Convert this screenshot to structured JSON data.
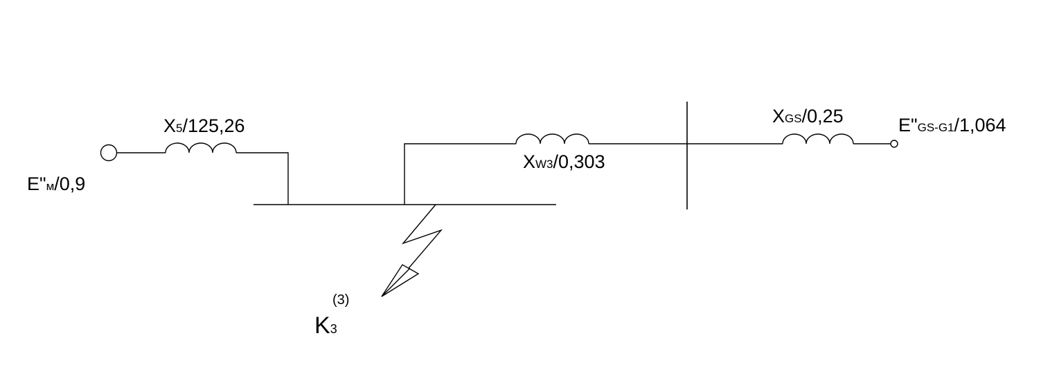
{
  "colors": {
    "background": "#ffffff",
    "ink": "#000000"
  },
  "labels": {
    "motor_emf": {
      "main": "E\"",
      "sub": "м",
      "value": "/0,9"
    },
    "x5": {
      "main": "X",
      "sub": "5",
      "value": "/125,26"
    },
    "xw3": {
      "main": "X",
      "sub": "W3",
      "value": "/0,303"
    },
    "xgs": {
      "main": "X",
      "sub": "GS",
      "value": "/0,25"
    },
    "gen_emf": {
      "main": "E\"",
      "sub": "GS-G1",
      "value": "/1,064"
    },
    "fault": {
      "main": "K",
      "sub": "3",
      "sup": "(3)"
    }
  }
}
